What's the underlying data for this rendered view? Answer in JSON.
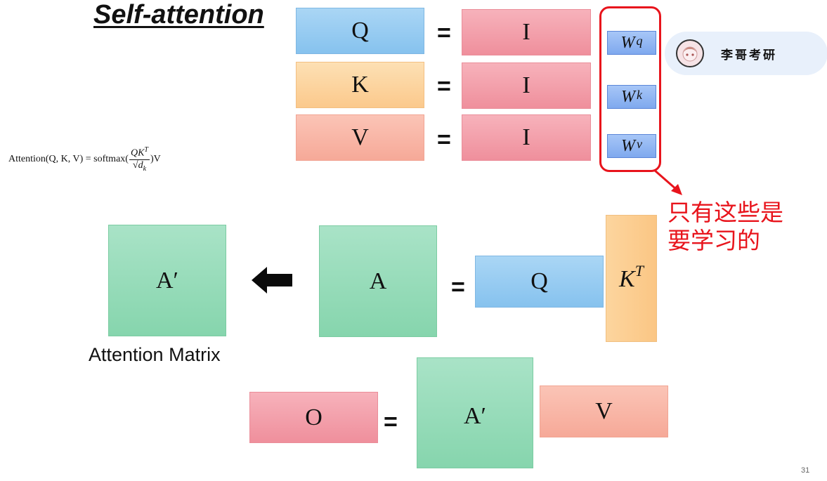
{
  "title": "Self-attention",
  "formula": {
    "lhs": "Attention(Q, K, V) = softmax(",
    "num": "QK",
    "num_sup": "T",
    "den": "√d",
    "den_sub": "k",
    "rhs": ")V"
  },
  "equals": "=",
  "rows": [
    {
      "left": "Q",
      "mid": "I",
      "w": "W",
      "w_sup": "q"
    },
    {
      "left": "K",
      "mid": "I",
      "w": "W",
      "w_sup": "k"
    },
    {
      "left": "V",
      "mid": "I",
      "w": "W",
      "w_sup": "v"
    }
  ],
  "badge": {
    "name": "李哥考研"
  },
  "annotation": {
    "line1": "只有这些是",
    "line2": "要学习的"
  },
  "attention": {
    "a_prime": "A′",
    "a": "A",
    "q": "Q",
    "kt": "K",
    "kt_sup": "T",
    "caption": "Attention Matrix"
  },
  "output": {
    "o": "O",
    "a_prime": "A′",
    "v": "V"
  },
  "page_number": "31",
  "colors": {
    "red": "#e8141c",
    "blue": "#86c2ee",
    "green": "#86d5ad",
    "pink": "#ef8f9c"
  }
}
